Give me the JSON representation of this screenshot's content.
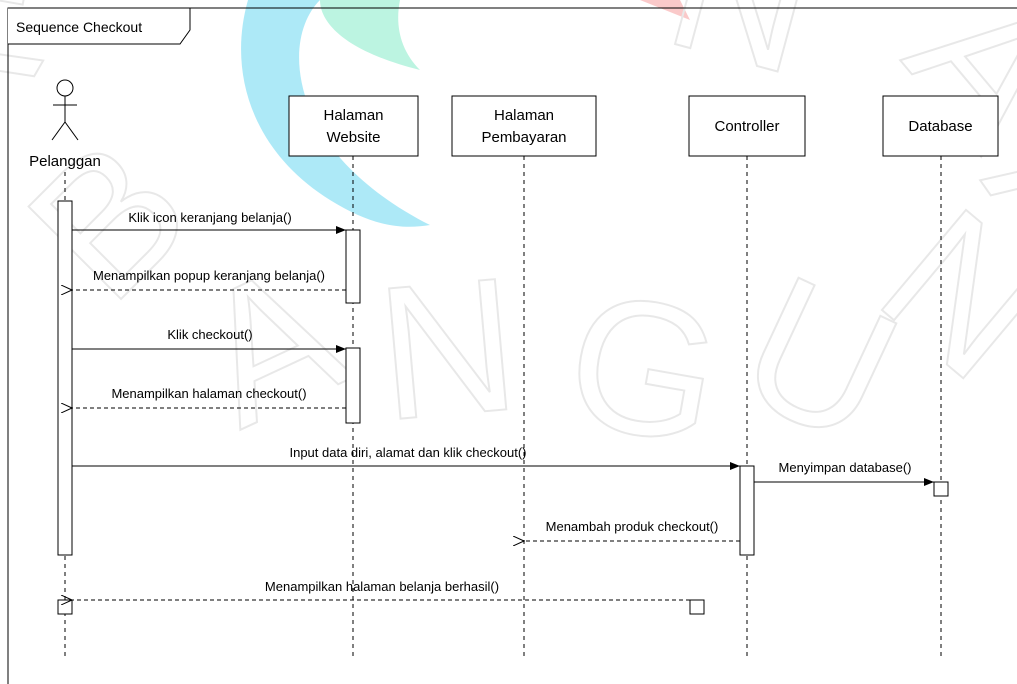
{
  "frame": {
    "title": "Sequence Checkout"
  },
  "watermark": {
    "letters": [
      "A",
      "B",
      "A",
      "N",
      "G",
      "U",
      "N",
      "A",
      "N",
      "A",
      "N"
    ]
  },
  "actor": {
    "name": "Pelanggan"
  },
  "participants": [
    {
      "id": "website",
      "name": [
        "Halaman",
        "Website"
      ]
    },
    {
      "id": "pembayaran",
      "name": [
        "Halaman",
        "Pembayaran"
      ]
    },
    {
      "id": "controller",
      "name": [
        "Controller"
      ]
    },
    {
      "id": "database",
      "name": [
        "Database"
      ]
    }
  ],
  "messages": [
    {
      "label": "Klik icon keranjang belanja()",
      "from": "pelanggan",
      "to": "website",
      "type": "sync"
    },
    {
      "label": "Menampilkan popup keranjang belanja()",
      "from": "website",
      "to": "pelanggan",
      "type": "return"
    },
    {
      "label": "Klik checkout()",
      "from": "pelanggan",
      "to": "website",
      "type": "sync"
    },
    {
      "label": "Menampilkan halaman checkout()",
      "from": "website",
      "to": "pelanggan",
      "type": "return"
    },
    {
      "label": "Input data diri, alamat dan klik checkout()",
      "from": "pelanggan",
      "to": "controller",
      "type": "sync"
    },
    {
      "label": "Menyimpan database()",
      "from": "controller",
      "to": "database",
      "type": "sync"
    },
    {
      "label": "Menambah produk checkout()",
      "from": "controller",
      "to": "pembayaran",
      "type": "return"
    },
    {
      "label": "Menampilkan halaman belanja berhasil()",
      "from": "controller",
      "to": "pelanggan",
      "type": "return"
    }
  ]
}
